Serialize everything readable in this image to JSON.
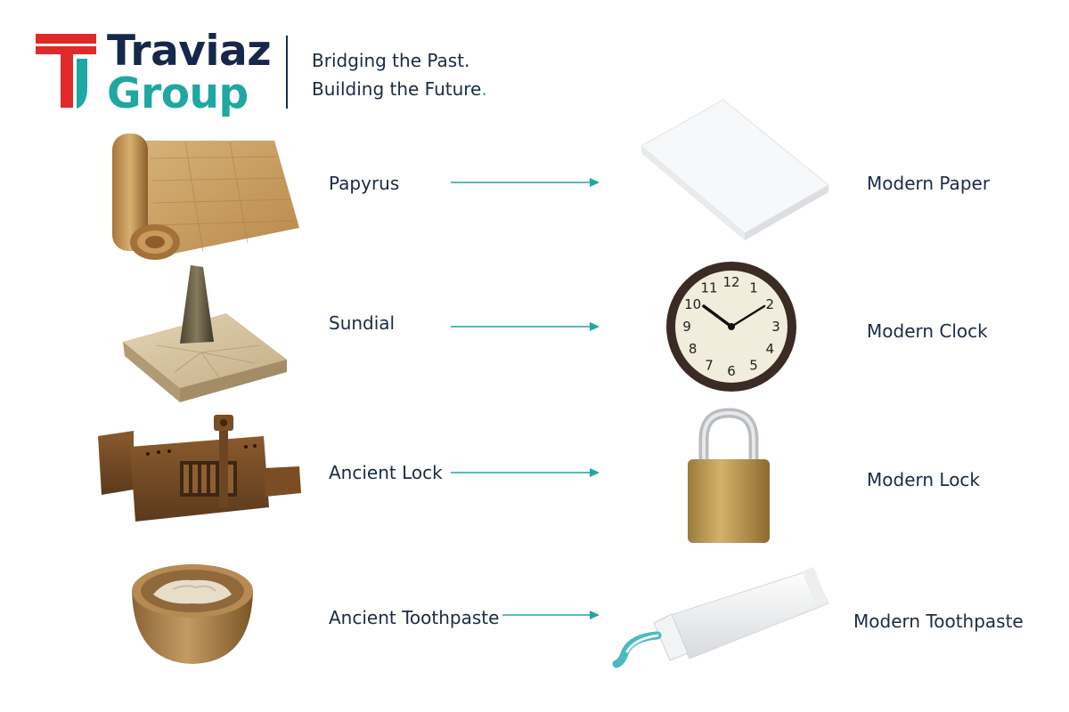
{
  "brand": {
    "name_line1": "Traviaz",
    "name_line2": "Group",
    "tagline_line1": "Bridging the Past.",
    "tagline_line2": "Building the Future",
    "tagline_end": ".",
    "colors": {
      "navy": "#15284b",
      "teal": "#1fa7a2",
      "red": "#e02a2a"
    }
  },
  "rows": [
    {
      "ancient": "Papyrus",
      "modern": "Modern Paper",
      "ancient_icon": "papyrus-scroll-icon",
      "modern_icon": "paper-stack-icon"
    },
    {
      "ancient": "Sundial",
      "modern": "Modern Clock",
      "ancient_icon": "sundial-icon",
      "modern_icon": "wall-clock-icon"
    },
    {
      "ancient": "Ancient Lock",
      "modern": "Modern Lock",
      "ancient_icon": "wooden-lock-icon",
      "modern_icon": "padlock-icon"
    },
    {
      "ancient": "Ancient Toothpaste",
      "modern": "Modern Toothpaste",
      "ancient_icon": "bowl-paste-icon",
      "modern_icon": "toothpaste-tube-icon"
    }
  ],
  "clock_numbers": [
    "12",
    "1",
    "2",
    "3",
    "4",
    "5",
    "6",
    "7",
    "8",
    "9",
    "10",
    "11"
  ],
  "arrow_color": "#1fa7a2"
}
